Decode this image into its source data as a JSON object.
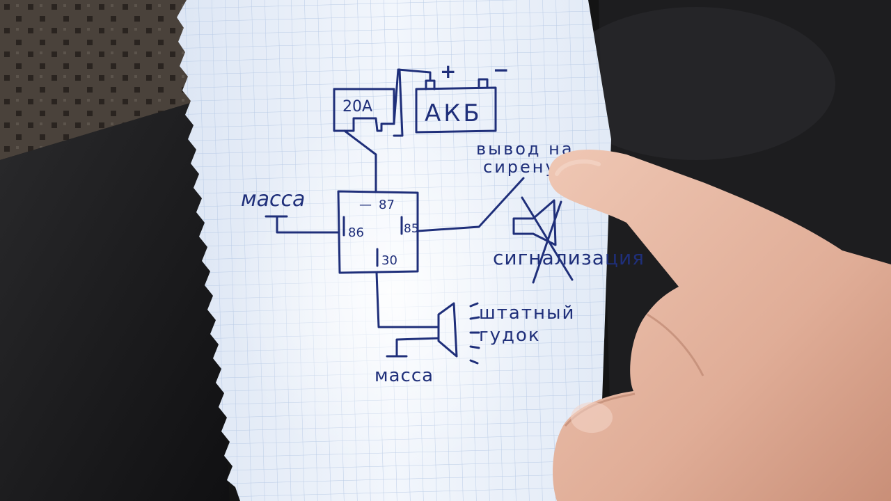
{
  "diagram": {
    "fuse_label": "20A",
    "battery_label": "АКБ",
    "battery_plus": "+",
    "battery_minus": "−",
    "relay_pin_87": "87",
    "relay_pin_86": "86",
    "relay_pin_85": "85",
    "relay_pin_30": "30",
    "ground_left": "масса",
    "ground_bottom": "масса",
    "siren_output_line1": "вывод на",
    "siren_output_line2": "сирену",
    "alarm_label": "сигнализация",
    "horn_line1": "штатный",
    "horn_line2": "гудок"
  },
  "colors": {
    "ink": "#1f2f7a",
    "paper": "#eef3fb",
    "grid": "#b9cbe6",
    "skin": "#e6b8a3"
  }
}
